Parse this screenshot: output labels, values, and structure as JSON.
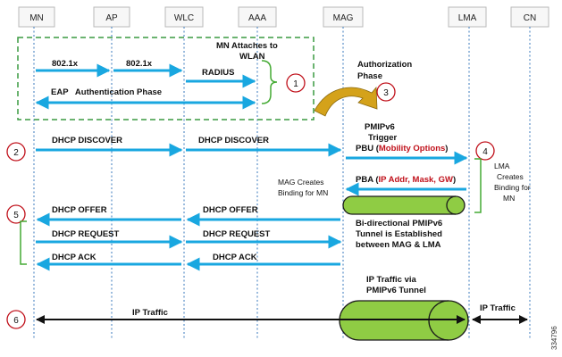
{
  "entities": [
    "MN",
    "AP",
    "WLC",
    "AAA",
    "MAG",
    "LMA",
    "CN"
  ],
  "steps": [
    "1",
    "2",
    "3",
    "4",
    "5",
    "6"
  ],
  "labels": {
    "mn_attaches_line1": "MN Attaches to",
    "mn_attaches_line2": "WLAN",
    "dot1x_mn_ap": "802.1x",
    "dot1x_ap_wlc": "802.1x",
    "radius": "RADIUS",
    "eap_phase": "EAP   Authentication Phase",
    "authorization_line1": "Authorization",
    "authorization_line2": "Phase",
    "pmipv6_line1": "PMIPv6",
    "pmipv6_line2": "Trigger",
    "pbu_prefix": "PBU (",
    "pbu_options": "Mobility Options",
    "pbu_suffix": ")",
    "dhcp_discover_1": "DHCP DISCOVER",
    "dhcp_discover_2": "DHCP DISCOVER",
    "pba_prefix": "PBA (",
    "pba_params": "IP Addr, Mask, GW",
    "pba_suffix": ")",
    "mag_binding_line1": "MAG Creates",
    "mag_binding_line2": "Binding for MN",
    "lma_binding": [
      "LMA",
      "Creates",
      "Binding for",
      "MN"
    ],
    "dhcp_offer_1": "DHCP OFFER",
    "dhcp_offer_2": "DHCP OFFER",
    "bidir_line1": "Bi-directional PMIPv6",
    "bidir_line2": "Tunnel is Established",
    "bidir_line3": "between MAG & LMA",
    "dhcp_request_1": "DHCP REQUEST",
    "dhcp_request_2": "DHCP REQUEST",
    "dhcp_ack_1": "DHCP ACK",
    "dhcp_ack_2": "DHCP ACK",
    "ip_via_line1": "IP Traffic via",
    "ip_via_line2": "PMIPv6 Tunnel",
    "ip_traffic_left": "IP Traffic",
    "ip_traffic_right": "IP Traffic"
  },
  "figure_id": "334796",
  "colors": {
    "arrow": "#19a7e0",
    "step_circle": "#c0101a",
    "group_border": "#3a9a40",
    "tunnel_fill": "#8fcc44",
    "curved_arrow": "#d4a21a",
    "highlight_text": "#c0101a",
    "lifeline": "#5a8fc8"
  }
}
